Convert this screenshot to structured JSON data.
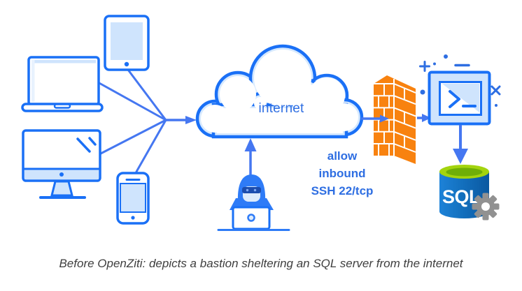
{
  "diagram": {
    "cloud": {
      "label": "internet"
    },
    "firewall_rule": {
      "line1": "allow",
      "line2": "inbound",
      "line3": "SSH 22/tcp"
    },
    "database": {
      "label": "SQL"
    },
    "caption": "Before OpenZiti: depicts a bastion sheltering an SQL server from the internet",
    "icons": [
      "laptop-icon",
      "tablet-icon",
      "desktop-monitor-icon",
      "smartphone-icon",
      "internet-cloud-icon",
      "hacker-icon",
      "firewall-icon",
      "bastion-terminal-icon",
      "sql-database-icon",
      "gear-icon"
    ],
    "colors": {
      "icon_stroke": "#1a70f6",
      "light_fill": "#cfe4fd",
      "connector": "#4577f1",
      "label_text": "#2e6ee2",
      "firewall_orange": "#f8820f",
      "db_blue": "#1370be",
      "db_green": "#a3d40e",
      "gear_gray": "#919191",
      "caption_text": "#3e3e3e"
    }
  }
}
